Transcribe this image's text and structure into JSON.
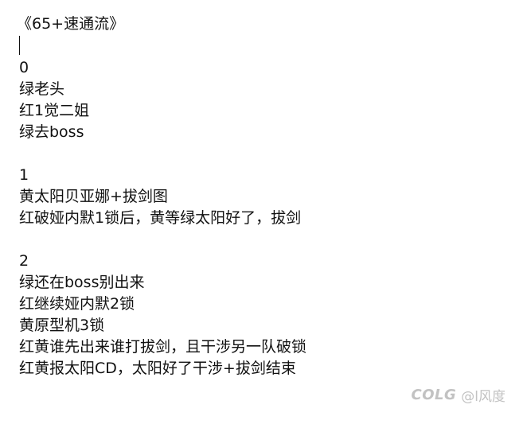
{
  "title": "《65+速通流》",
  "sections": [
    {
      "heading": "0",
      "lines": [
        "绿老头",
        "红1觉二姐",
        "绿去boss"
      ]
    },
    {
      "heading": "1",
      "lines": [
        "黄太阳贝亚娜+拔剑图",
        "红破娅内默1锁后，黄等绿太阳好了，拔剑"
      ]
    },
    {
      "heading": "2",
      "lines": [
        "绿还在boss别出来",
        "红继续娅内默2锁",
        "黄原型机3锁",
        "红黄谁先出来谁打拔剑，且干涉另一队破锁",
        "红黄报太阳CD，太阳好了干涉+拔剑结束"
      ]
    }
  ],
  "watermark": {
    "logo": "COLG",
    "user": "@l风度"
  }
}
